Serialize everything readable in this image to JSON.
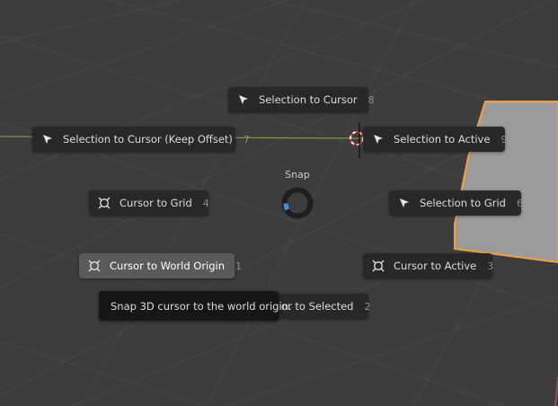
{
  "pie": {
    "title": "Snap",
    "items": [
      {
        "id": "selection-to-cursor",
        "label": "Selection to Cursor",
        "key": "8",
        "icon": "pointer-arrow-icon"
      },
      {
        "id": "selection-to-cursor-keep-offset",
        "label": "Selection to Cursor (Keep Offset)",
        "key": "7",
        "icon": "pointer-arrow-icon"
      },
      {
        "id": "selection-to-active",
        "label": "Selection to Active",
        "key": "9",
        "icon": "pointer-arrow-icon"
      },
      {
        "id": "cursor-to-grid",
        "label": "Cursor to Grid",
        "key": "4",
        "icon": "cursor-target-icon"
      },
      {
        "id": "selection-to-grid",
        "label": "Selection to Grid",
        "key": "6",
        "icon": "pointer-arrow-icon"
      },
      {
        "id": "cursor-to-world-origin",
        "label": "Cursor to World Origin",
        "key": "1",
        "icon": "cursor-target-icon",
        "hovered": true
      },
      {
        "id": "cursor-to-active",
        "label": "Cursor to Active",
        "key": "3",
        "icon": "cursor-target-icon"
      },
      {
        "id": "cursor-to-selected",
        "label": "or to Selected",
        "key": "2",
        "icon": "cursor-target-icon"
      }
    ]
  },
  "tooltip": {
    "text": "Snap 3D cursor to the world origin."
  },
  "colors": {
    "background": "#3d3d3d",
    "grid": "#474747",
    "axis_x": "#7a9a3a",
    "item_bg": "#282828",
    "item_hover": "#5a5a5a",
    "mesh_fill": "#9b9b9b",
    "mesh_outline": "#f0a040",
    "ring_accent": "#4a8cd8"
  }
}
